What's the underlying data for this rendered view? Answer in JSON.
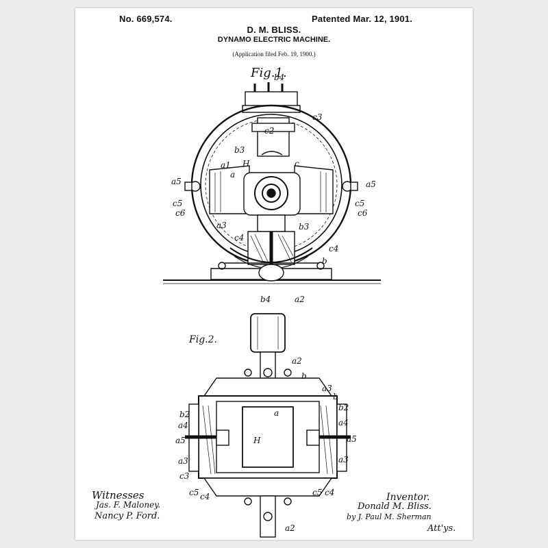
{
  "header": {
    "patent_number": "No. 669,574.",
    "inventor_name": "D. M. BLISS.",
    "patent_date": "Patented Mar. 12, 1901.",
    "title": "DYNAMO ELECTRIC MACHINE.",
    "filed": "(Application filed Feb. 19, 1900.)"
  },
  "figures": {
    "fig1": "Fig.1.",
    "fig2": "Fig.2."
  },
  "fig1_labels": [
    "b4",
    "c3",
    "c2",
    "b3",
    "a1",
    "a",
    "H",
    "c",
    "a5",
    "c5",
    "c6",
    "a5",
    "c5",
    "c6",
    "a3",
    "c4",
    "b3",
    "c4",
    "b",
    "b4",
    "a2"
  ],
  "fig2_labels": [
    "a2",
    "b",
    "a3",
    "b",
    "b2",
    "a4",
    "a5",
    "a3",
    "c5",
    "c4",
    "a",
    "H",
    "b2",
    "a4",
    "a5",
    "a3",
    "c3",
    "c5",
    "c4",
    "a2"
  ],
  "footer": {
    "witnesses_heading": "Witnesses",
    "witness_1": "Jas. F. Maloney.",
    "witness_2": "Nancy P. Ford.",
    "inventor_heading": "Inventor.",
    "inventor_signature": "Donald M. Bliss.",
    "attorney": "by J. Paul M. Sherman",
    "attorney_suffix": "Att'ys."
  }
}
